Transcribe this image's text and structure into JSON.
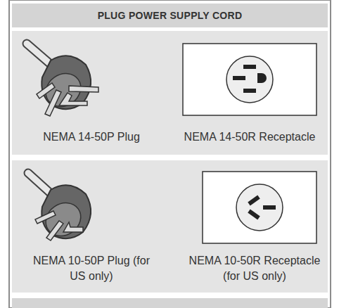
{
  "diagram": {
    "title": "PLUG POWER SUPPLY CORD",
    "nodes": [
      {
        "text": [
          "NEMA 14-50P Plug",
          "NEMA 14-50R Receptacle"
        ]
      },
      {
        "text": [
          "NEMA 10-50P Plug (for US only)",
          "NEMA 10-50R Receptacle (for US only)"
        ]
      }
    ]
  }
}
